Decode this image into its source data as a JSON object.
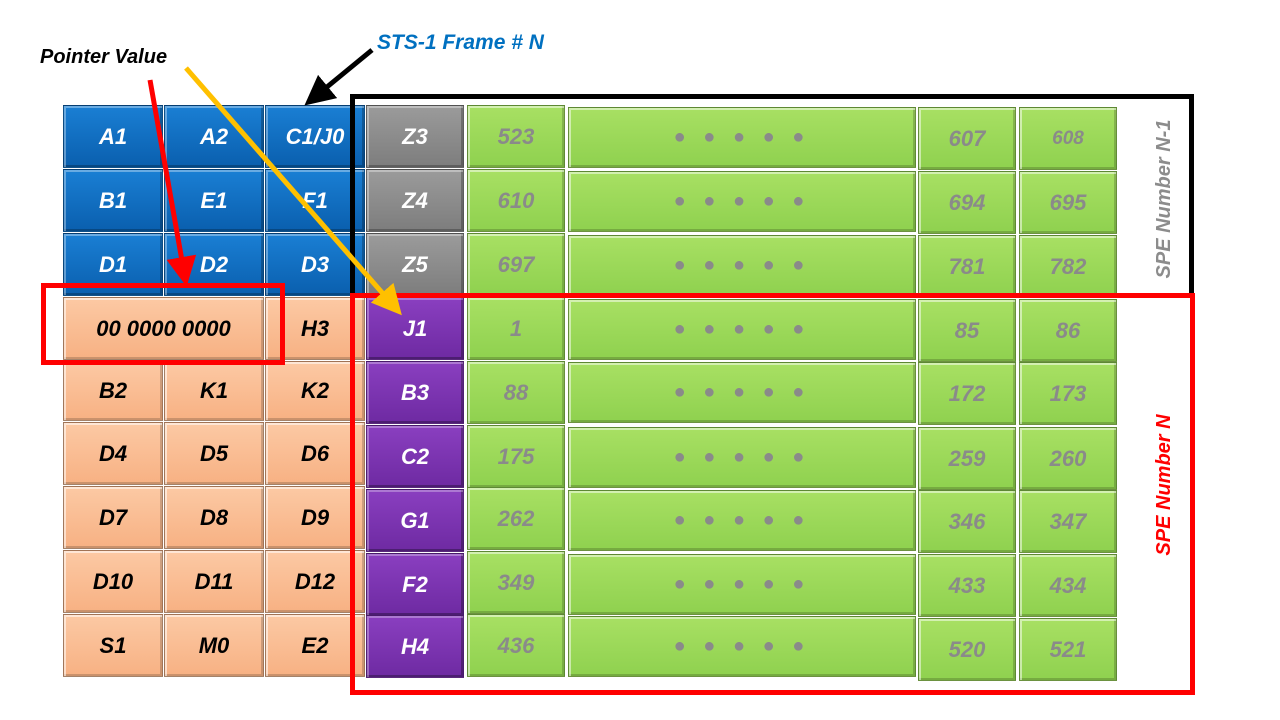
{
  "labels": {
    "pointer_value": "Pointer Value",
    "sts1_frame": "STS-1 Frame # N",
    "spe_prev": "SPE Number N-1",
    "spe_curr": "SPE Number N"
  },
  "colors": {
    "transport_overhead": "#0a6cc4",
    "line_overhead": "#f8bc94",
    "path_overhead_prev": "#8c8c8c",
    "path_overhead_curr": "#7030a0",
    "payload": "#92d050",
    "spe_prev_box": "#000000",
    "spe_curr_box": "#ff0000",
    "pointer_arrow": "#ff0000",
    "j1_arrow": "#ffc000",
    "frame_label": "#0070c0"
  },
  "rows": [
    {
      "oh": [
        "A1",
        "A2",
        "C1/J0"
      ],
      "poh": "Z3",
      "first": "523",
      "dots": "● ● ● ● ●",
      "c1": "607",
      "c2": "608"
    },
    {
      "oh": [
        "B1",
        "E1",
        "F1"
      ],
      "poh": "Z4",
      "first": "610",
      "dots": "● ● ● ● ●",
      "c1": "694",
      "c2": "695"
    },
    {
      "oh": [
        "D1",
        "D2",
        "D3"
      ],
      "poh": "Z5",
      "first": "697",
      "dots": "● ● ● ● ●",
      "c1": "781",
      "c2": "782"
    },
    {
      "oh": [
        "00 0000 0000",
        "H3"
      ],
      "poh": "J1",
      "first": "1",
      "dots": "● ● ● ● ●",
      "c1": "85",
      "c2": "86"
    },
    {
      "oh": [
        "B2",
        "K1",
        "K2"
      ],
      "poh": "B3",
      "first": "88",
      "dots": "● ● ● ● ●",
      "c1": "172",
      "c2": "173"
    },
    {
      "oh": [
        "D4",
        "D5",
        "D6"
      ],
      "poh": "C2",
      "first": "175",
      "dots": "● ● ● ● ●",
      "c1": "259",
      "c2": "260"
    },
    {
      "oh": [
        "D7",
        "D8",
        "D9"
      ],
      "poh": "G1",
      "first": "262",
      "dots": "● ● ● ● ●",
      "c1": "346",
      "c2": "347"
    },
    {
      "oh": [
        "D10",
        "D11",
        "D12"
      ],
      "poh": "F2",
      "first": "349",
      "dots": "● ● ● ● ●",
      "c1": "433",
      "c2": "434"
    },
    {
      "oh": [
        "S1",
        "M0",
        "E2"
      ],
      "poh": "H4",
      "first": "436",
      "dots": "● ● ● ● ●",
      "c1": "520",
      "c2": "521"
    }
  ]
}
